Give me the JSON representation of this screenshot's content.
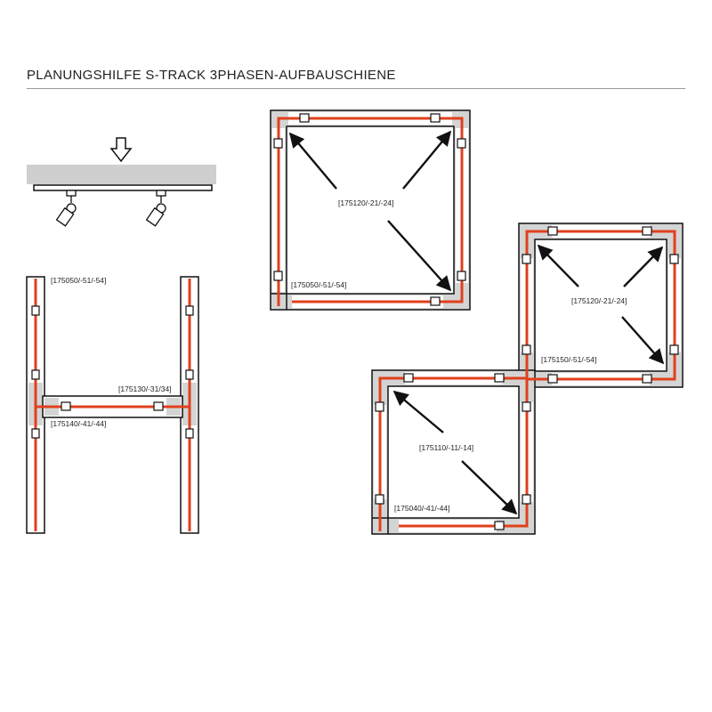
{
  "title": "PLANUNGSHILFE S-TRACK 3PHASEN-AUFBAUSCHIENE",
  "labels": {
    "h_left_rail": "[175050/-51/-54]",
    "h_crossbar": "[175130/-31/34]",
    "h_tee": "[175140/-41/-44]",
    "top_square_corner": "[175120/-21/-24]",
    "top_square_rail": "[175050/-51/-54]",
    "right_square_corner": "[175120/-21/-24]",
    "right_square_rail": "[175150/-51/-54]",
    "bottom_square_corner": "[175110/-11/-14]",
    "bottom_square_rail": "[175040/-41/-44]"
  },
  "colors": {
    "rail_fill": "#d4d4d4",
    "conductor": "#e0401c",
    "outline": "#111111",
    "ceiling": "#cfcfcf"
  }
}
